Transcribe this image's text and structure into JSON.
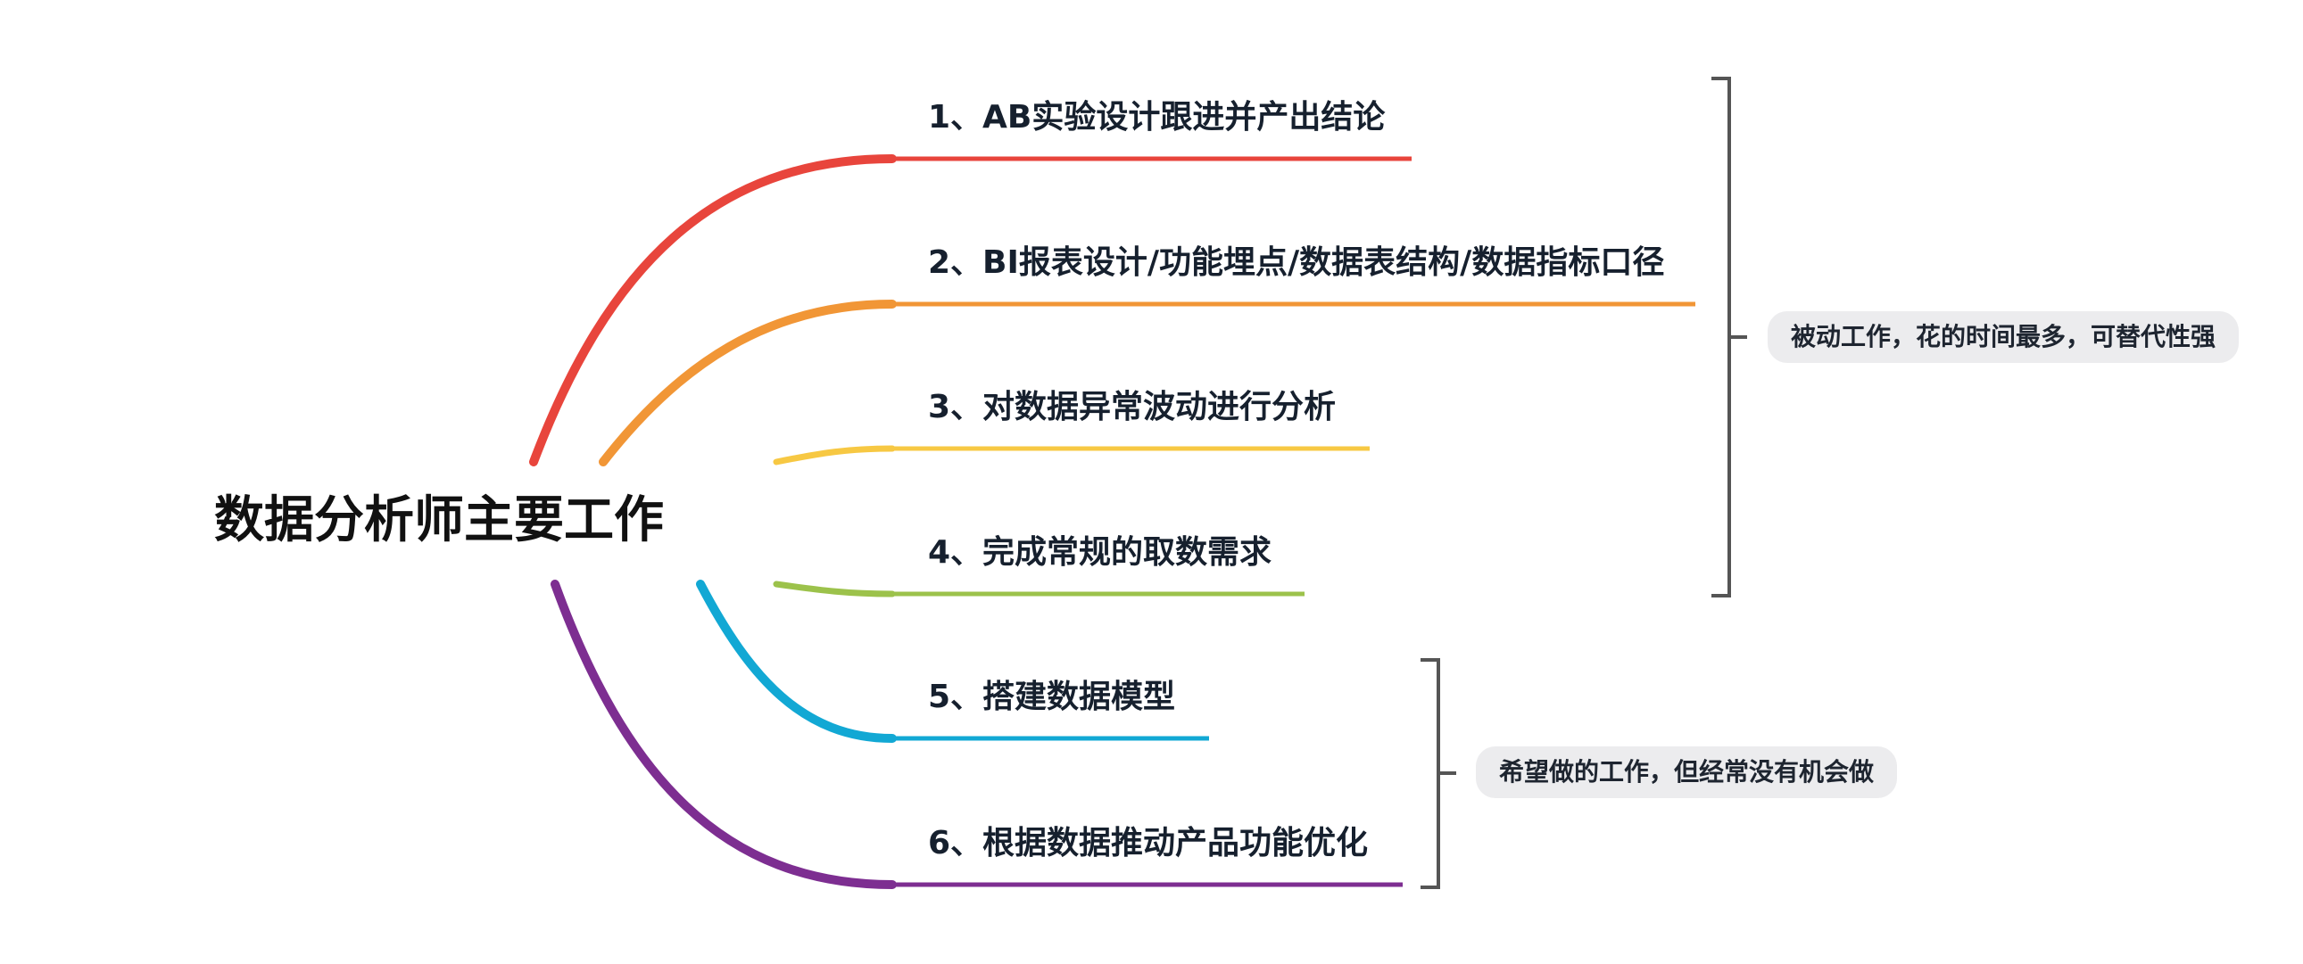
{
  "root": {
    "title": "数据分析师主要工作"
  },
  "branches": [
    {
      "label": "1、AB实验设计跟进并产出结论",
      "color": "#e8453c"
    },
    {
      "label": "2、BI报表设计/功能埋点/数据表结构/数据指标口径",
      "color": "#f19636"
    },
    {
      "label": "3、对数据异常波动进行分析",
      "color": "#f7c843"
    },
    {
      "label": "4、完成常规的取数需求",
      "color": "#9cc24b"
    },
    {
      "label": "5、搭建数据模型",
      "color": "#12a8d4"
    },
    {
      "label": "6、根据数据推动产品功能优化",
      "color": "#7d2e91"
    }
  ],
  "summaries": [
    {
      "text": "被动工作，花的时间最多，可替代性强"
    },
    {
      "text": "希望做的工作，但经常没有机会做"
    }
  ],
  "colors": {
    "bracket": "#555555",
    "note_bg": "#ececee"
  }
}
